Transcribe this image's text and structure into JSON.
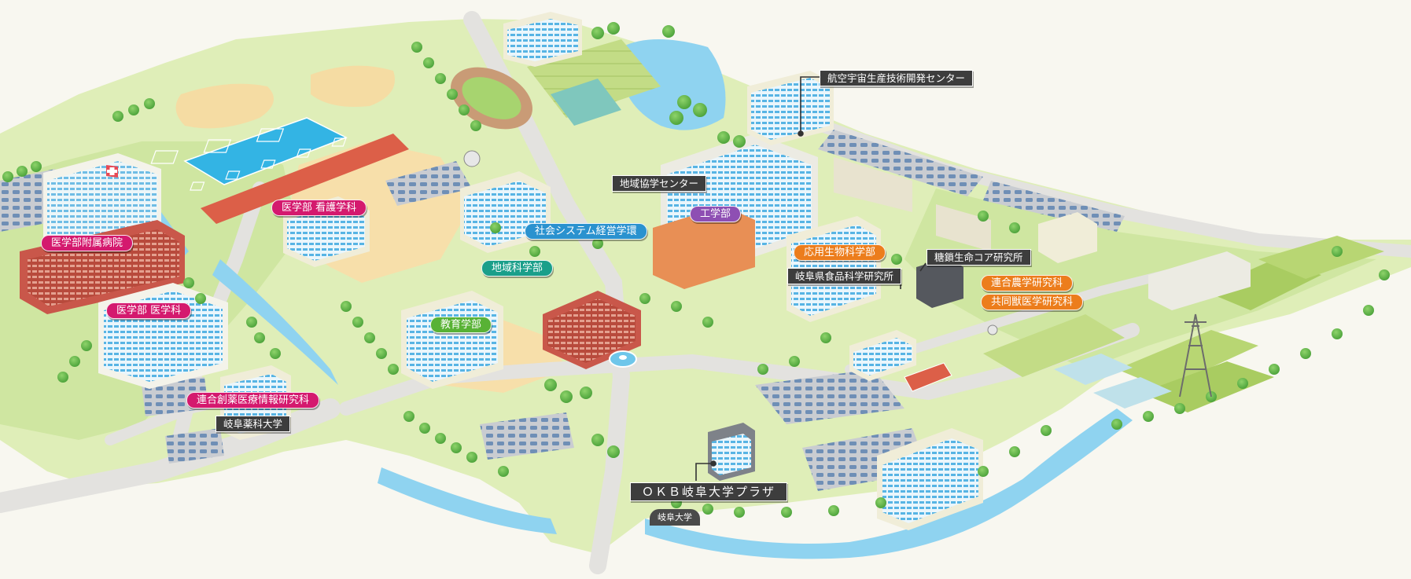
{
  "colors": {
    "pink": "#d4196e",
    "purple": "#8e4fb3",
    "teal": "#1a9f8a",
    "green": "#58b235",
    "blue": "#2a92cf",
    "orange": "#ec7d1c",
    "dark": "#3d3d3d"
  },
  "labels": {
    "aerospace": "航空宇宙生産技術開発センター",
    "regional_center": "地域協学センター",
    "engineering": "工学部",
    "social_system": "社会システム経営学環",
    "regional_science": "地域科学部",
    "education": "教育学部",
    "nursing": "医学部 看護学科",
    "hospital": "医学部附属病院",
    "medicine": "医学部 医学科",
    "drug_discovery": "連合創薬医療情報研究科",
    "pharmacy": "岐阜薬科大学",
    "applied_bio": "応用生物科学部",
    "food_science": "岐阜県食品科学研究所",
    "glycan": "糖鎖生命コア研究所",
    "agri_grad": "連合農学研究科",
    "vet_grad": "共同獣医学研究科",
    "okb_plaza": "ＯＫＢ岐阜大学プラザ",
    "gate": "岐阜大学"
  },
  "icons": [
    "hospital-cross-icon",
    "fountain-icon",
    "satellite-dish-icon",
    "transmission-tower-icon"
  ]
}
